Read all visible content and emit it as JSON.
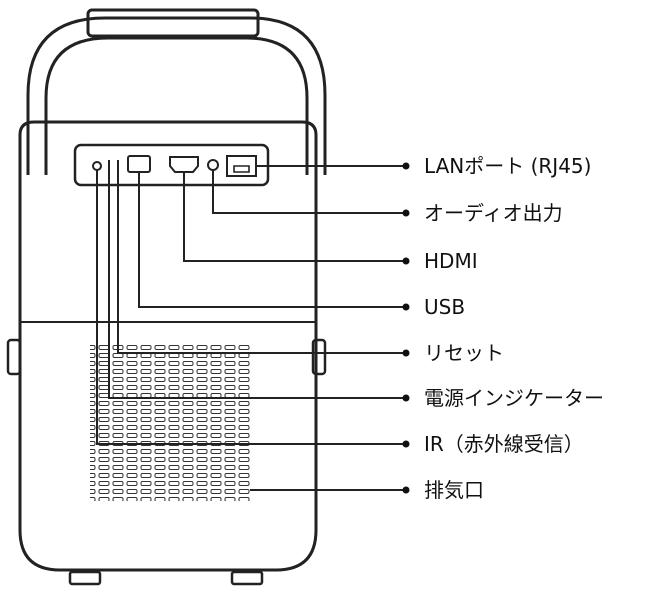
{
  "colors": {
    "line": "#222222",
    "text": "#111111",
    "background": "#ffffff"
  },
  "callouts": [
    {
      "label": "LANポート (RJ45)"
    },
    {
      "label": "オーディオ出力"
    },
    {
      "label": "HDMI"
    },
    {
      "label": "USB"
    },
    {
      "label": "リセット"
    },
    {
      "label": "電源インジケーター"
    },
    {
      "label": "IR（赤外線受信）"
    },
    {
      "label": "排気口"
    }
  ]
}
